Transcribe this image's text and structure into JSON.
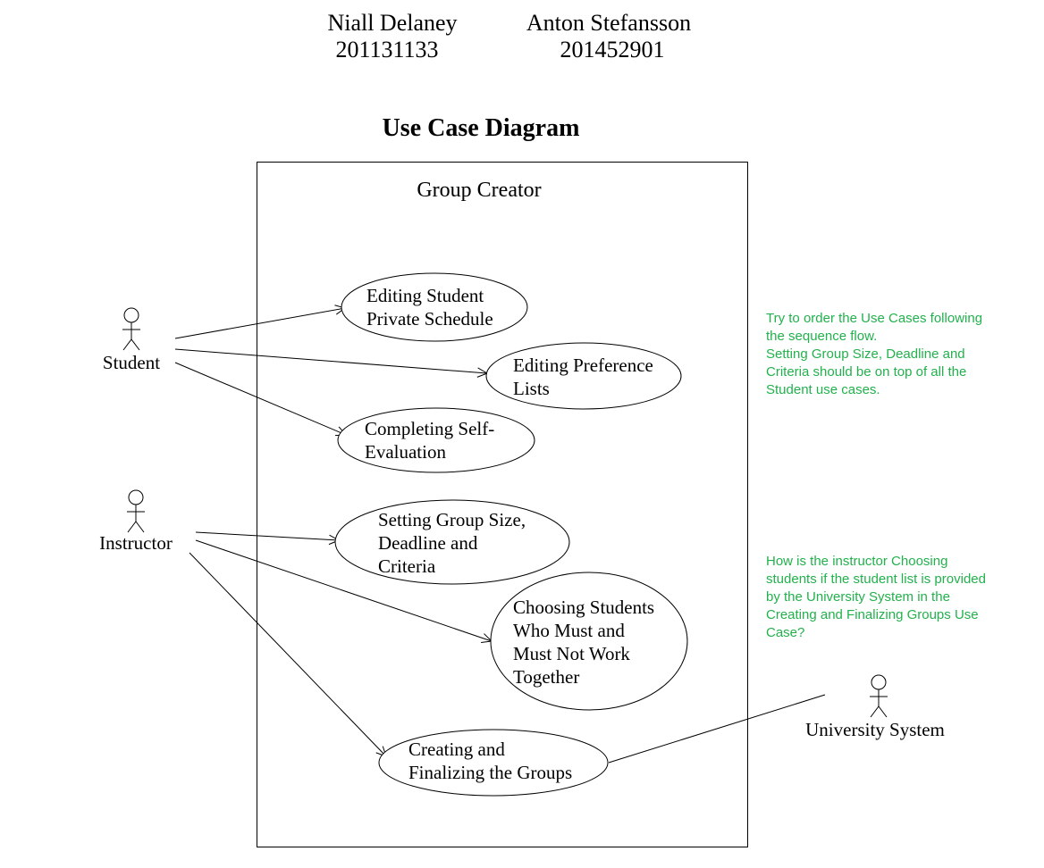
{
  "authors": [
    {
      "name": "Niall Delaney",
      "id": "201131133"
    },
    {
      "name": "Anton Stefansson",
      "id": "201452901"
    }
  ],
  "title": "Use Case Diagram",
  "system": {
    "name": "Group Creator"
  },
  "actors": [
    {
      "key": "student",
      "label": "Student"
    },
    {
      "key": "instructor",
      "label": "Instructor"
    },
    {
      "key": "university",
      "label": "University System"
    }
  ],
  "use_cases": [
    {
      "key": "edit-schedule",
      "lines": [
        "Editing Student",
        "Private Schedule"
      ]
    },
    {
      "key": "edit-preferences",
      "lines": [
        "Editing Preference",
        "Lists"
      ]
    },
    {
      "key": "self-evaluation",
      "lines": [
        "Completing Self-",
        "Evaluation"
      ]
    },
    {
      "key": "group-size",
      "lines": [
        "Setting Group Size,",
        "Deadline and",
        "Criteria"
      ]
    },
    {
      "key": "choose-students",
      "lines": [
        "Choosing Students",
        "Who Must and",
        "Must Not Work",
        "Together"
      ]
    },
    {
      "key": "finalize-groups",
      "lines": [
        "Creating and",
        "Finalizing the Groups"
      ]
    }
  ],
  "associations": [
    {
      "from": "student",
      "to": "edit-schedule"
    },
    {
      "from": "student",
      "to": "edit-preferences"
    },
    {
      "from": "student",
      "to": "self-evaluation"
    },
    {
      "from": "instructor",
      "to": "group-size"
    },
    {
      "from": "instructor",
      "to": "choose-students"
    },
    {
      "from": "instructor",
      "to": "finalize-groups"
    },
    {
      "from": "university",
      "to": "finalize-groups"
    }
  ],
  "notes": [
    {
      "key": "order",
      "lines": [
        "Try to order the Use Cases following",
        "the sequence flow.",
        "Setting Group Size, Deadline and",
        "Criteria should be on top of all the",
        "Student use cases."
      ]
    },
    {
      "key": "question",
      "lines": [
        "How is the instructor Choosing",
        "students if the student list is provided",
        "by the University System in the",
        "Creating and Finalizing Groups Use",
        "Case?"
      ]
    }
  ],
  "colors": {
    "ink": "#000000",
    "note": "#22b14c",
    "background": "#ffffff"
  }
}
